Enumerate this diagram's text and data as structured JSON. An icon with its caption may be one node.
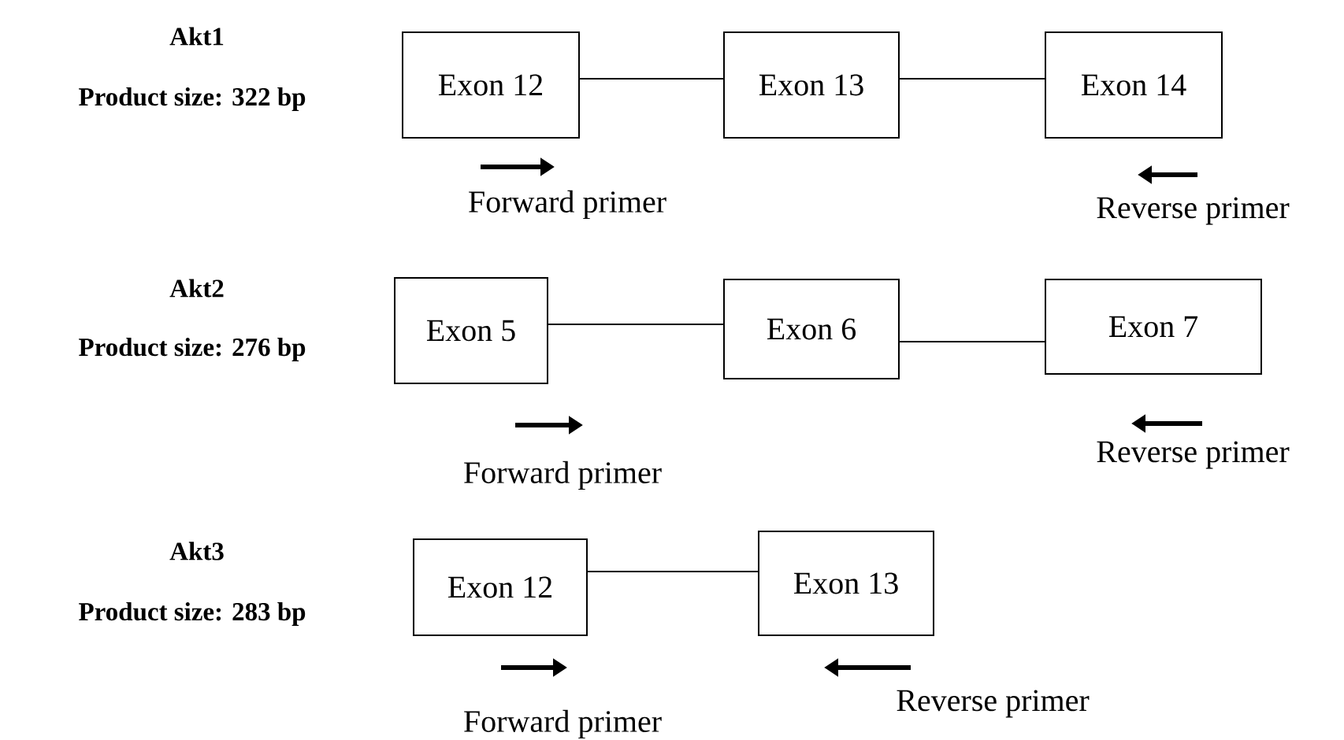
{
  "diagram": {
    "nodes": [
      {
        "text": [
          "Exon 12"
        ]
      },
      {
        "text": [
          "Exon 13"
        ]
      },
      {
        "text": [
          "Exon 14"
        ]
      },
      {
        "text": [
          "Exon 5"
        ]
      },
      {
        "text": [
          "Exon 6"
        ]
      },
      {
        "text": [
          "Exon 7"
        ]
      },
      {
        "text": [
          "Exon 12"
        ]
      },
      {
        "text": [
          "Exon 13"
        ]
      }
    ],
    "edges": [
      {
        "from": 0,
        "to": 1,
        "arrow": "none"
      },
      {
        "from": 1,
        "to": 2,
        "arrow": "none"
      },
      {
        "from": 3,
        "to": 4,
        "arrow": "none"
      },
      {
        "from": 4,
        "to": 5,
        "arrow": "none"
      },
      {
        "from": 6,
        "to": 7,
        "arrow": "none"
      }
    ],
    "labels": [
      "Akt1",
      "Product size: 322 bp",
      "Forward primer",
      "Reverse primer",
      "Akt2",
      "Product size: 276 bp",
      "Forward primer",
      "Reverse primer",
      "Akt3",
      "Product size: 283 bp",
      "Forward primer",
      "Reverse primer"
    ]
  }
}
